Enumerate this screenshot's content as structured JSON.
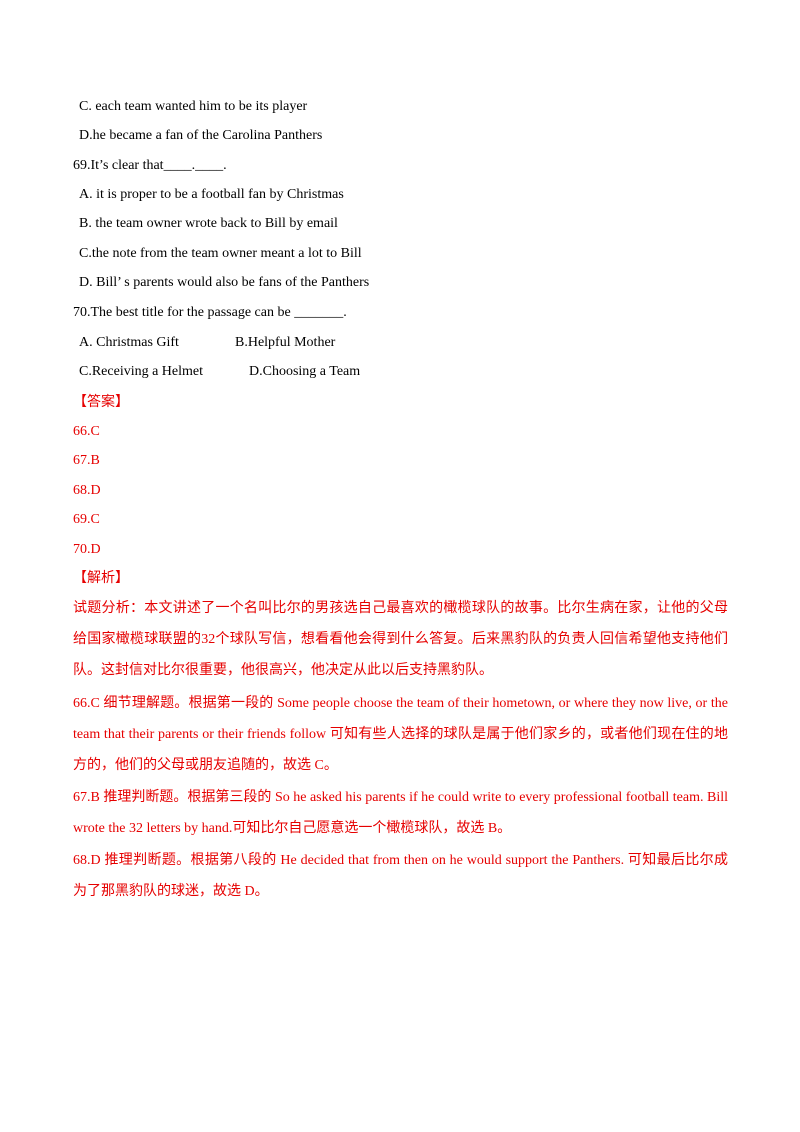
{
  "questions_top": {
    "q68_opt_c": "C. each team wanted him to be its player",
    "q68_opt_d": "D.he became a fan of the Carolina Panthers",
    "q69": {
      "stem": "69.It’s clear that____.____.",
      "a": "A. it is proper to be a football fan by Christmas",
      "b": "B. the team owner wrote back to Bill by email",
      "c": "C.the note from the team owner meant a lot to Bill",
      "d": "D. Bill’ s parents would also be fans of the Panthers"
    },
    "q70": {
      "stem": "70.The best title for the passage can be _______.",
      "a": "A. Christmas Gift",
      "b": "B.Helpful Mother",
      "c": "C.Receiving a Helmet",
      "d": "D.Choosing a Team"
    }
  },
  "answer_section": {
    "heading": "【答案】",
    "answers": [
      "66.C",
      "67.B",
      "68.D",
      "69.C",
      "70.D"
    ]
  },
  "analysis_section": {
    "heading": "【解析】",
    "summary": "试题分析：本文讲述了一个名叫比尔的男孩选自己最喜欢的橄榄球队的故事。比尔生病在家，让他的父母给国家橄榄球联盟的32个球队写信，想看看他会得到什么答复。后来黑豹队的负责人回信希望他支持他们队。这封信对比尔很重要，他很高兴，他决定从此以后支持黑豹队。",
    "q66": "66.C 细节理解题。根据第一段的 Some people choose the team of their hometown, or where they now live, or the team that their parents or their friends follow 可知有些人选择的球队是属于他们家乡的，或者他们现在住的地方的，他们的父母或朋友追随的，故选 C。",
    "q67": "67.B 推理判断题。根据第三段的 So he asked his parents if he could write to every professional football team. Bill wrote the 32 letters by hand.可知比尔自己愿意选一个橄榄球队，故选 B。",
    "q68": "68.D 推理判断题。根据第八段的 He decided that from then on he would support the Panthers. 可知最后比尔成为了那黑豹队的球迷，故选 D。"
  }
}
